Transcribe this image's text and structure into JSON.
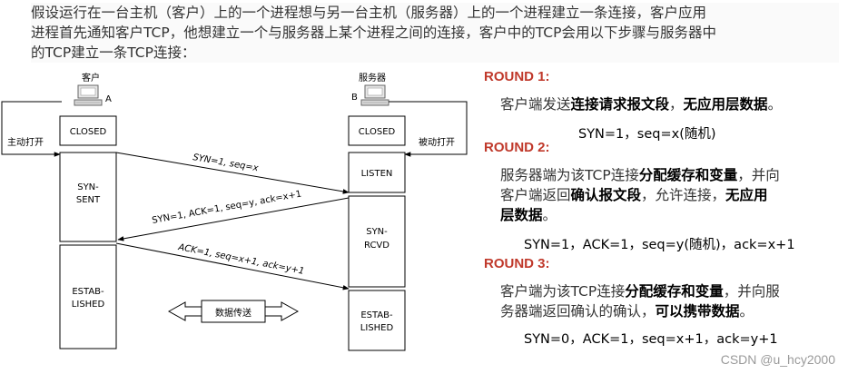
{
  "intro": {
    "line1": "假设运行在一台主机（客户）上的一个进程想与另一台主机（服务器）上的一个进程建立一条连接，客户应用",
    "line2": "进程首先通知客户TCP，他想建立一个与服务器上某个进程之间的连接，客户中的TCP会用以下步骤与服务器中",
    "line3": "的TCP建立一条TCP连接："
  },
  "diagram": {
    "client_label": "客户",
    "client_letter": "A",
    "server_label": "服务器",
    "server_letter": "B",
    "active_open": "主动打开",
    "passive_open": "被动打开",
    "client_states": [
      "CLOSED",
      "SYN-",
      "SENT",
      "ESTAB-",
      "LISHED"
    ],
    "server_states": [
      "CLOSED",
      "LISTEN",
      "SYN-",
      "RCVD",
      "ESTAB-",
      "LISHED"
    ],
    "msg1": "SYN=1, seq=x",
    "msg2": "SYN=1, ACK=1, seq=y, ack=x+1",
    "msg3": "ACK=1, seq=x+1, ack=y+1",
    "data_transfer": "数据传送"
  },
  "rounds": {
    "r1": {
      "title": "ROUND 1:",
      "t1": "客户端发送",
      "b1": "连接请求报文段",
      "t2": "，",
      "b2": "无应用层数据",
      "t3": "。",
      "formula": "SYN=1，seq=x(随机)"
    },
    "r2": {
      "title": "ROUND 2:",
      "t1": "服务器端为该TCP连接",
      "b1": "分配缓存和变量",
      "t2": "，并向",
      "t3": "客户端返回",
      "b2": "确认报文段",
      "t4": "，允许连接，",
      "b3": "无应用",
      "b4": "层数据",
      "t5": "。",
      "formula": "SYN=1，ACK=1，seq=y(随机)，ack=x+1"
    },
    "r3": {
      "title": "ROUND 3:",
      "t1": "客户端为该TCP连接",
      "b1": "分配缓存和变量",
      "t2": "，并向服",
      "t3": "务器端返回确认的确认，",
      "b2": "可以携带数据",
      "t4": "。",
      "formula": "SYN=0，ACK=1，seq=x+1，ack=y+1"
    }
  },
  "watermark": "CSDN @u_hcy2000"
}
